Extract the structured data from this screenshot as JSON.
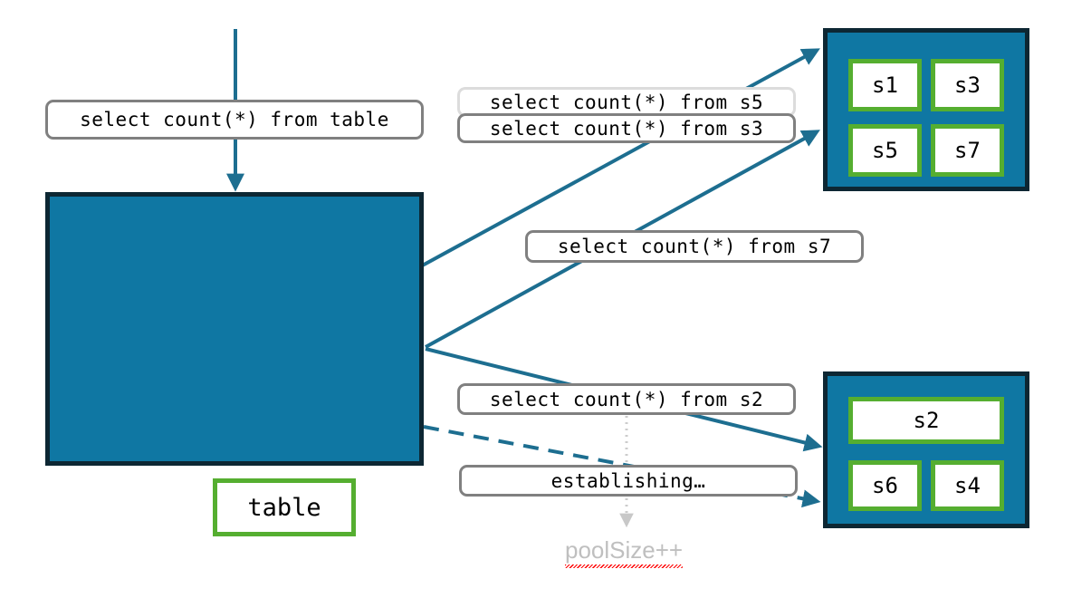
{
  "diagram": {
    "title": "sharded table query fan-out",
    "colors": {
      "teal_fill": "#0F77A3",
      "dark_border": "#0D2733",
      "node_green": "#55AE30",
      "pill_gray": "#808080",
      "pill_gray_faded": "#DCDCDC",
      "arrow_teal": "#1D6E90",
      "dotted_gray": "#CCCCCC",
      "annotation_gray": "#BFBFBF",
      "spellcheck_red": "#FF0000"
    },
    "labels": {
      "from_table": "select count(*) from table",
      "from_s5": "select count(*) from s5",
      "from_s3": "select count(*) from s3",
      "from_s7": "select count(*) from s7",
      "from_s2": "select count(*) from s2",
      "establishing": "establishing…"
    },
    "annotation": {
      "poolsize": "poolSize++"
    },
    "table_node": {
      "label": "table"
    },
    "shard_groups": [
      {
        "name": "top-shard-group",
        "shards": [
          "s1",
          "s3",
          "s5",
          "s7"
        ]
      },
      {
        "name": "bottom-shard-group",
        "shards": [
          "s2",
          "s6",
          "s4"
        ]
      }
    ],
    "edges": [
      {
        "name": "query-into-table",
        "style": "solid",
        "from": "select count(*) from table",
        "to": "table-container"
      },
      {
        "name": "table-to-top-group-a",
        "style": "solid",
        "from": "table-container",
        "to": "top-shard-group"
      },
      {
        "name": "table-to-top-group-b",
        "style": "solid",
        "from": "table-container",
        "to": "top-shard-group"
      },
      {
        "name": "table-to-bottom-group",
        "style": "solid",
        "from": "table-container",
        "to": "bottom-shard-group"
      },
      {
        "name": "table-to-bottom-group-pending",
        "style": "dashed",
        "from": "table-container",
        "to": "bottom-shard-group"
      },
      {
        "name": "establishing-to-poolsize",
        "style": "dotted",
        "from": "select count(*) from s2",
        "to": "poolSize++"
      }
    ]
  }
}
